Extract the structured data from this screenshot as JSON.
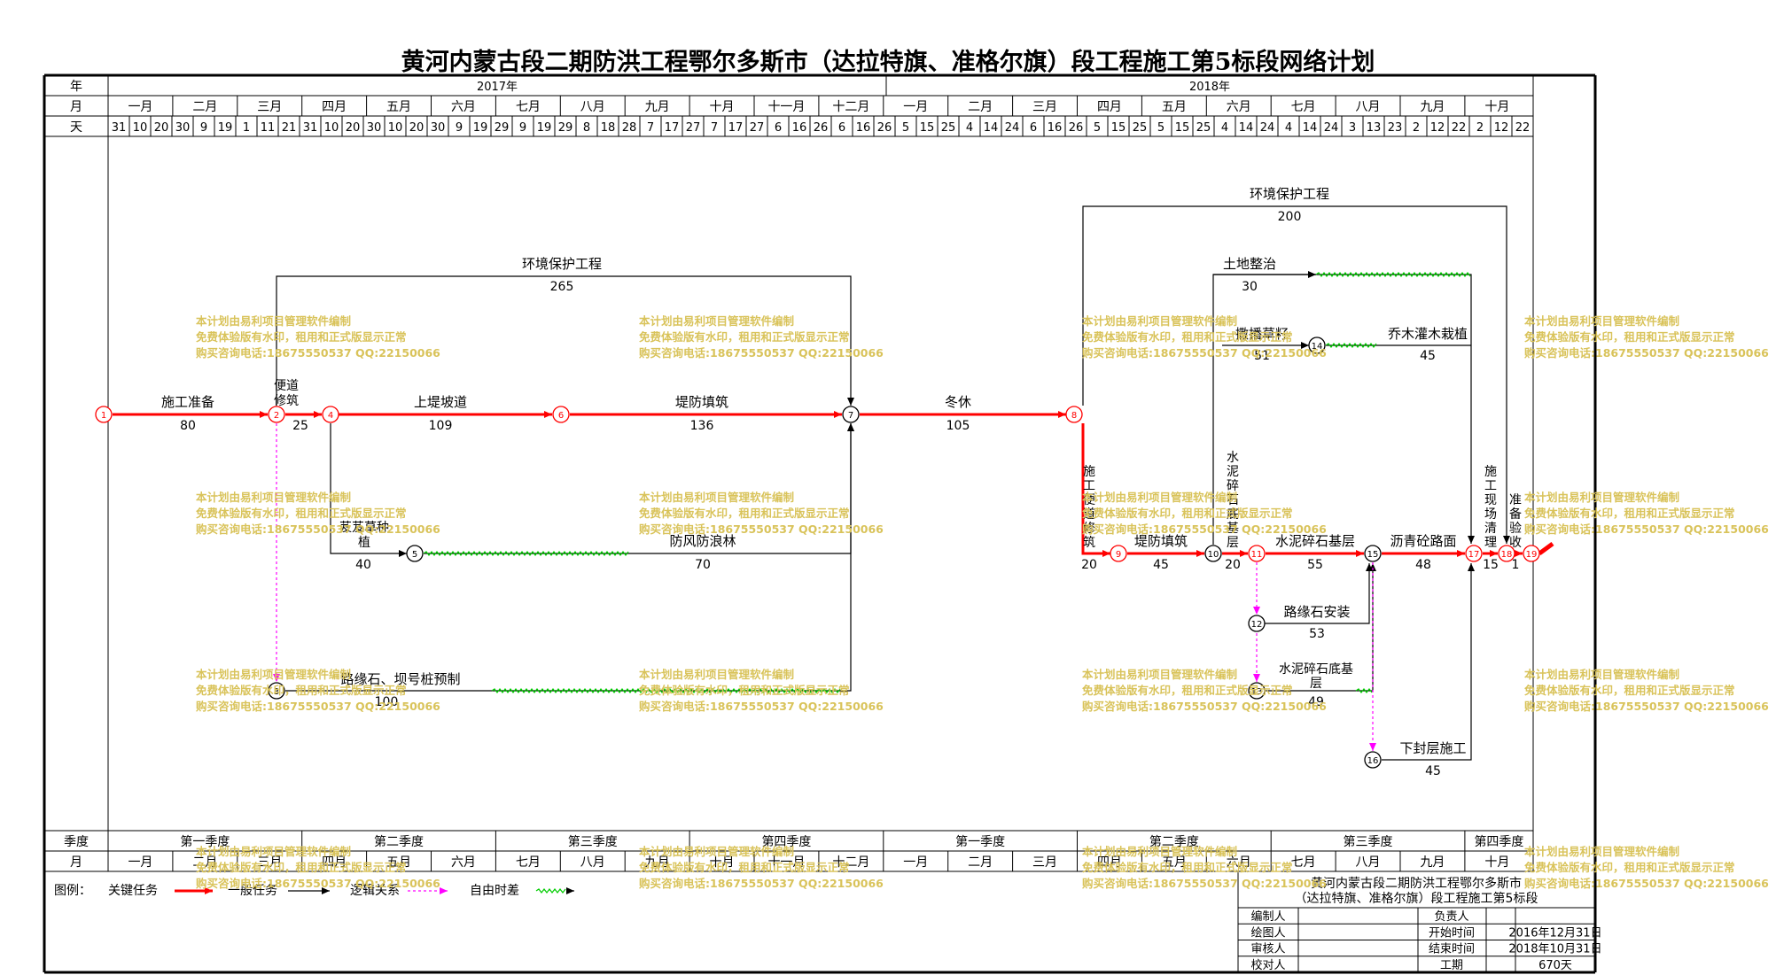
{
  "title": "黄河内蒙古段二期防洪工程鄂尔多斯市（达拉特旗、准格尔旗）段工程施工第5标段网络计划",
  "header": {
    "row_year_label": "年",
    "row_month_label": "月",
    "row_day_label": "天",
    "years": [
      "2017年",
      "2018年"
    ],
    "months": [
      "一月",
      "二月",
      "三月",
      "四月",
      "五月",
      "六月",
      "七月",
      "八月",
      "九月",
      "十月",
      "十一月",
      "十二月",
      "一月",
      "二月",
      "三月",
      "四月",
      "五月",
      "六月",
      "七月",
      "八月",
      "九月",
      "十月"
    ],
    "days": [
      "31",
      "10",
      "20",
      "30",
      "9",
      "19",
      "1",
      "11",
      "21",
      "31",
      "10",
      "20",
      "30",
      "10",
      "20",
      "30",
      "9",
      "19",
      "29",
      "9",
      "19",
      "29",
      "8",
      "18",
      "28",
      "7",
      "17",
      "27",
      "7",
      "17",
      "27",
      "6",
      "16",
      "26",
      "6",
      "16",
      "26",
      "5",
      "15",
      "25",
      "4",
      "14",
      "24",
      "6",
      "16",
      "26",
      "5",
      "15",
      "25",
      "5",
      "15",
      "25",
      "4",
      "14",
      "24",
      "4",
      "14",
      "24",
      "3",
      "13",
      "23",
      "2",
      "12",
      "22",
      "2",
      "12",
      "22"
    ]
  },
  "footer": {
    "row_quarter_label": "季度",
    "row_month_label": "月",
    "quarters": [
      "第一季度",
      "第二季度",
      "第三季度",
      "第四季度",
      "第一季度",
      "第二季度",
      "第三季度",
      "第四季度"
    ]
  },
  "legend": {
    "label": "图例：",
    "critical": "关键任务",
    "normal": "一般任务",
    "logic": "逻辑关系",
    "float": "自由时差"
  },
  "watermark_lines": [
    "本计划由易利项目管理软件编制",
    "免费体验版有水印，租用和正式版显示正常",
    "购买咨询电话:18675550537 QQ:22150066"
  ],
  "info_table": {
    "title_lines": [
      "黄河内蒙古段二期防洪工程鄂尔多斯市",
      "（达拉特旗、准格尔旗）段工程施工第5标段"
    ],
    "rows": [
      {
        "l1": "编制人",
        "v1": "",
        "l2": "负责人",
        "v2": ""
      },
      {
        "l1": "绘图人",
        "v1": "",
        "l2": "开始时间",
        "v2": "2016年12月31日"
      },
      {
        "l1": "审核人",
        "v1": "",
        "l2": "结束时间",
        "v2": "2018年10月31日"
      },
      {
        "l1": "校对人",
        "v1": "",
        "l2": "工期",
        "v2": "670天"
      }
    ]
  },
  "colors": {
    "critical": "#ff0000",
    "normal": "#000000",
    "logic": "#ff00ff",
    "float": "#00cc00",
    "watermark": "#d9c35a"
  },
  "nodes": [
    "1",
    "2",
    "3",
    "4",
    "5",
    "6",
    "7",
    "8",
    "9",
    "10",
    "11",
    "12",
    "13",
    "14",
    "15",
    "16",
    "17",
    "18",
    "19"
  ],
  "tasks": [
    {
      "id": "t1",
      "name": "施工准备",
      "duration": "80",
      "critical": true
    },
    {
      "id": "t2",
      "name": "便道修筑",
      "duration": "25",
      "critical": true
    },
    {
      "id": "t3",
      "name": "上堤坡道",
      "duration": "109",
      "critical": true
    },
    {
      "id": "t4",
      "name": "堤防填筑",
      "duration": "136",
      "critical": true
    },
    {
      "id": "t5",
      "name": "冬休",
      "duration": "105",
      "critical": true
    },
    {
      "id": "t6",
      "name": "环境保护工程",
      "duration": "265",
      "critical": false
    },
    {
      "id": "t7",
      "name": "芨芨草种植",
      "duration": "40",
      "critical": false
    },
    {
      "id": "t8",
      "name": "防风防浪林",
      "duration": "70",
      "critical": false
    },
    {
      "id": "t9",
      "name": "路缘石、坝号桩预制",
      "duration": "100",
      "critical": false
    },
    {
      "id": "t10",
      "name": "环境保护工程",
      "duration": "200",
      "critical": false
    },
    {
      "id": "t11",
      "name": "土地整治",
      "duration": "30",
      "critical": false
    },
    {
      "id": "t12",
      "name": "撒播草籽",
      "duration": "51",
      "critical": false
    },
    {
      "id": "t13",
      "name": "乔木灌木栽植",
      "duration": "45",
      "critical": false
    },
    {
      "id": "t14",
      "name": "施工便道修筑",
      "duration": "20",
      "critical": true
    },
    {
      "id": "t15",
      "name": "堤防填筑",
      "duration": "45",
      "critical": true
    },
    {
      "id": "t16",
      "name": "水泥碎石底基层",
      "duration": "20",
      "critical": true
    },
    {
      "id": "t17",
      "name": "水泥碎石基层",
      "duration": "55",
      "critical": true
    },
    {
      "id": "t18",
      "name": "沥青砼路面",
      "duration": "48",
      "critical": true
    },
    {
      "id": "t19",
      "name": "路缘石安装",
      "duration": "53",
      "critical": false
    },
    {
      "id": "t20",
      "name": "水泥碎石底基层",
      "duration": "49",
      "critical": false
    },
    {
      "id": "t21",
      "name": "下封层施工",
      "duration": "45",
      "critical": false
    },
    {
      "id": "t22",
      "name": "施工现场清理",
      "duration": "15",
      "critical": true
    },
    {
      "id": "t23",
      "name": "准备验收",
      "duration": "1",
      "critical": true
    }
  ]
}
